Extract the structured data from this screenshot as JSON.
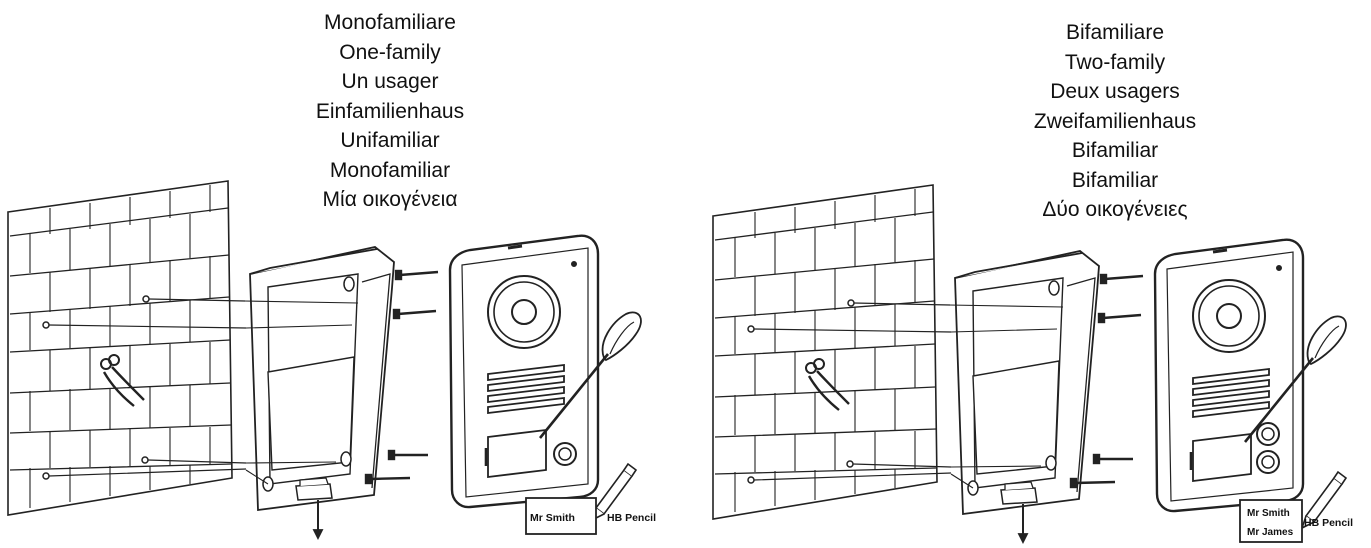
{
  "panels": [
    {
      "captions": [
        "Monofamiliare",
        "One-family",
        "Un usager",
        "Einfamilienhaus",
        "Unifamiliar",
        "Monofamiliar",
        "Μία οικογένεια"
      ],
      "nameplate": [
        "Mr Smith"
      ],
      "pencil_label": "HB Pencil",
      "button_count": 1
    },
    {
      "captions": [
        "Bifamiliare",
        "Two-family",
        "Deux usagers",
        "Zweifamilienhaus",
        "Bifamiliar",
        "Bifamiliar",
        "Δύο οικογένειες"
      ],
      "nameplate": [
        "Mr Smith",
        "Mr James"
      ],
      "pencil_label": "HB Pencil",
      "button_count": 2
    }
  ]
}
